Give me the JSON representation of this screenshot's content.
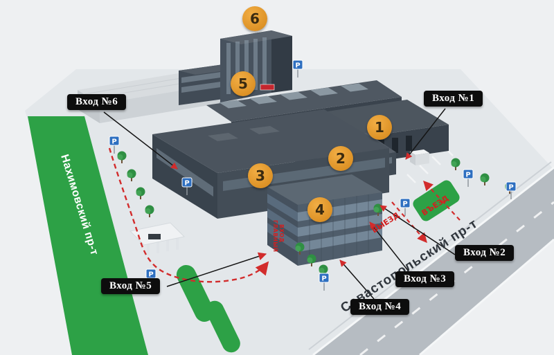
{
  "map": {
    "building_numbers": [
      {
        "label": "1"
      },
      {
        "label": "2"
      },
      {
        "label": "3"
      },
      {
        "label": "4"
      },
      {
        "label": "5"
      },
      {
        "label": "6"
      }
    ],
    "entrance_labels": [
      {
        "label": "Вход №1"
      },
      {
        "label": "Вход №2"
      },
      {
        "label": "Вход №3"
      },
      {
        "label": "Вход №4"
      },
      {
        "label": "Вход №5"
      },
      {
        "label": "Вход №6"
      }
    ],
    "streets": {
      "left": "Нахимовский пр-т",
      "bottom": "Севастопольский пр-т"
    },
    "road_markings": {
      "entry": "ВЪЕЗД",
      "exit": "ВЫЕЗД"
    },
    "main_entrance": {
      "line1": "ГЛАВНЫЙ",
      "line2": "ВХОД"
    },
    "parking_sign": "Р",
    "colors": {
      "marker_fill": "#e59b2e",
      "route_red": "#d22c2c",
      "lawn_green": "#2da146",
      "building_dark": "#39434d",
      "glass_building": "#4f5d6b",
      "road_gray": "#b6bcc2",
      "label_bg": "#0d0d0d",
      "label_text": "#ffffff"
    }
  }
}
